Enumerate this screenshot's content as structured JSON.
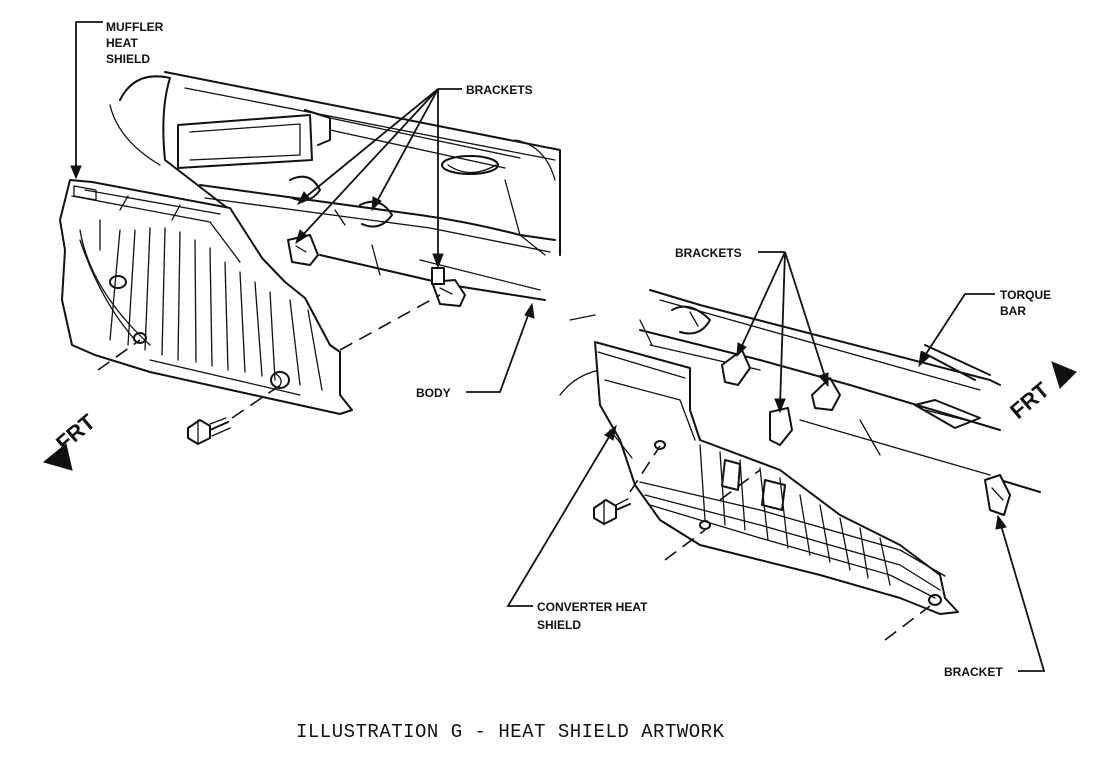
{
  "left_view": {
    "labels": {
      "muffler_heat_shield": [
        "MUFFLER",
        "HEAT",
        "SHIELD"
      ],
      "brackets": "BRACKETS",
      "body": "BODY"
    },
    "front_indicator": "FRT"
  },
  "right_view": {
    "labels": {
      "brackets": "BRACKETS",
      "torque_bar": [
        "TORQUE",
        "BAR"
      ],
      "converter_heat_shield": [
        "CONVERTER HEAT",
        "SHIELD"
      ],
      "bracket": "BRACKET"
    },
    "front_indicator": "FRT"
  },
  "caption": "ILLUSTRATION G - HEAT SHIELD ARTWORK"
}
